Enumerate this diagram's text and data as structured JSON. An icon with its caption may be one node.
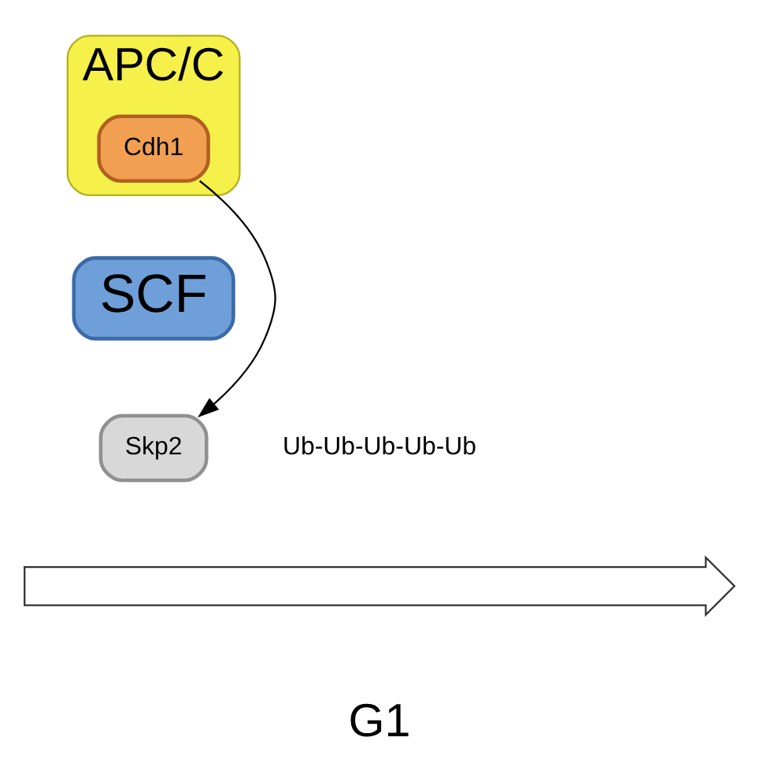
{
  "diagram": {
    "nodes": [
      {
        "text": [
          "APC/C"
        ]
      },
      {
        "text": [
          "Cdh1"
        ],
        "in": 0
      },
      {
        "text": [
          "SCF"
        ]
      },
      {
        "text": [
          "Skp2"
        ]
      },
      {
        "text": [],
        "shape": "arrow"
      }
    ],
    "edges": [
      {
        "from": 1,
        "to": 3,
        "arrow": "to"
      }
    ],
    "labels": [
      "Ub-Ub-Ub-Ub-Ub",
      "G1"
    ]
  }
}
